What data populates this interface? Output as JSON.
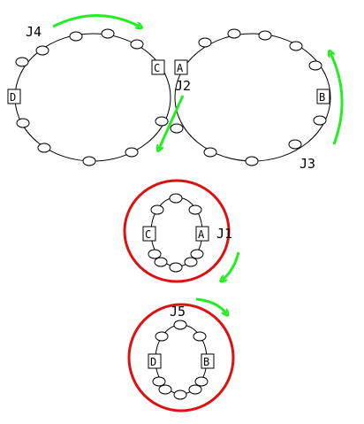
{
  "labels": {
    "a": "A",
    "b": "B",
    "c": "C",
    "d": "D",
    "j1": "J1",
    "j2": "J2",
    "j3": "J3",
    "j4": "J4",
    "j5": "J5"
  },
  "colors": {
    "ring": "#dd1111",
    "arrow": "#22ee22",
    "line": "#000000"
  }
}
